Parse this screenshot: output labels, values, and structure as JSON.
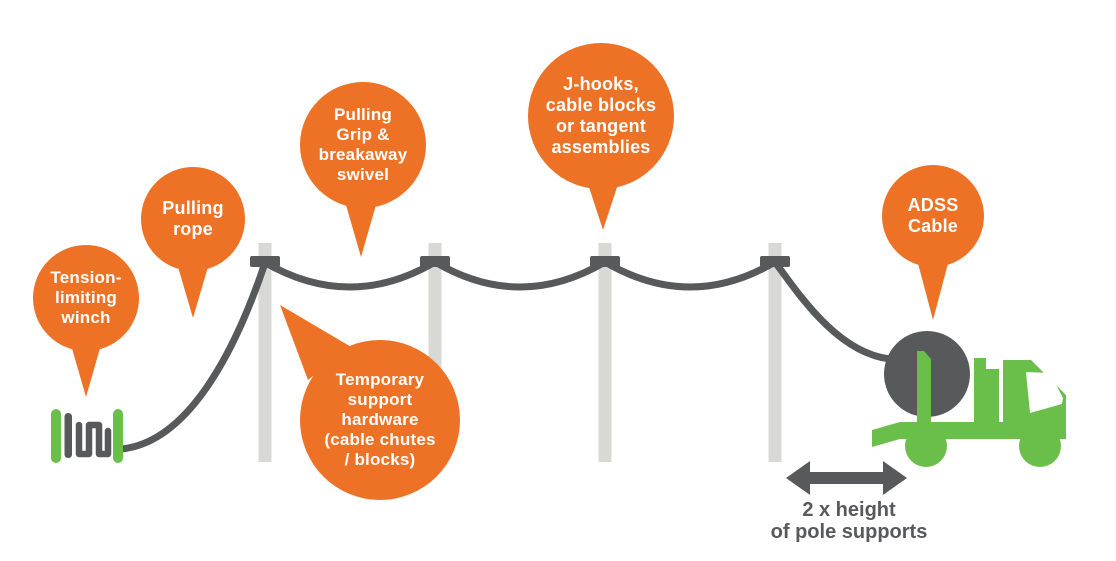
{
  "diagram": {
    "bubbles": [
      {
        "id": "tension-limiting-winch",
        "label": "Tension-\nlimiting\nwinch"
      },
      {
        "id": "pulling-rope",
        "label": "Pulling\nrope"
      },
      {
        "id": "pulling-grip-breakaway-swivel",
        "label": "Pulling\nGrip &\nbreakaway\nswivel"
      },
      {
        "id": "j-hooks-cable-blocks",
        "label": "J-hooks,\ncable blocks\nor tangent\nassemblies"
      },
      {
        "id": "temporary-support-hardware",
        "label": "Temporary\nsupport\nhardware\n(cable chutes\n/ blocks)"
      },
      {
        "id": "adss-cable",
        "label": "ADSS\nCable"
      }
    ],
    "measurement_label": "2 x height\nof pole supports",
    "scene": {
      "pole_count": 4,
      "icons": [
        "tension-limiting-winch-icon",
        "pulling-rope-line",
        "utility-pole",
        "pole-bracket",
        "cable-line",
        "cable-reel-icon",
        "truck-icon",
        "double-arrow-icon"
      ]
    },
    "colors": {
      "bubble_orange": "#ED7226",
      "truck_green": "#6ABF4A",
      "cable_dark_gray": "#58595B",
      "pole_light_gray": "#D8D8D6",
      "text_white": "#FFFFFF"
    }
  }
}
